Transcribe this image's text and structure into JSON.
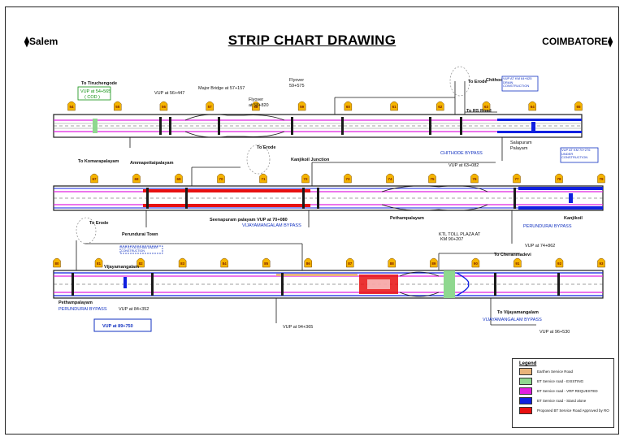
{
  "title": "STRIP CHART DRAWING",
  "directions": {
    "left": "Salem",
    "right": "COIMBATORE"
  },
  "legend": {
    "title": "Legend",
    "items": [
      {
        "label": "Earthen Service Road",
        "color": "#e8b37a"
      },
      {
        "label": "BT Service road - EXISTING",
        "color": "#8fd88f"
      },
      {
        "label": "BT Service road - VRP REQUESTED",
        "color": "#e020e0"
      },
      {
        "label": "BT Service road - Stand alone",
        "color": "#1020e0"
      },
      {
        "label": "Proposed BT Service Road Approved by RO",
        "color": "#e81010"
      }
    ]
  },
  "labels": {
    "to_tiruchengode": "To Tiruchengode",
    "vup_green": "VUP at 54+565",
    "vup_green_sub": "( COD )",
    "vup_56447": "VUP at 56+447",
    "major_bridge": "Major Bridge at 57+157",
    "flyover_a": "Flyover",
    "flyover_a_km": "59+575",
    "flyover_b": "Flyover",
    "flyover_b_km": "at 58+820",
    "to_erode_1": "To Erode",
    "chithode_junction": "Chithode Junction",
    "to_rs_road": "To RS Road",
    "vup_61": "VUP AT KM 64+625 DRAIN CONSTRUCTION",
    "to_komarapalayam": "To Komarapalayam",
    "chithode_bypass": "CHITHODE BYPASS",
    "vup_63": "VUP at 63+082",
    "salapuram": "Salapuram",
    "palayam": "Palayam",
    "vup_70": "VUP AT KM 70+276 UNDER CONSTRUCTION",
    "ammapettaipalayam": "Ammapettaipalayam",
    "to_erode_2": "To Erode",
    "kanjikoil_junction": "Kanjikoil Junction",
    "seenapuram_vup": "Seenapuram palayam VUP at 70+080",
    "vijayamangalam_bypass": "VIJAYAMANGALAM BYPASS",
    "pethampalayam": "Pethampalayam",
    "kanjikoil": "Kanjikoil",
    "perundurai_bypass_1": "PERUNDURAI BYPASS",
    "vup_74": "VUP at 74+862",
    "to_erode_3": "To Erode",
    "perundurai_town": "Perundurai Town",
    "vup_underconstruction": "VUP AT KM 63+884 UNDER CONSTRUCTION",
    "kti_toll": "KTL TOLL PLAZA AT",
    "kti_toll_km": "KM 90+207",
    "to_cheranmadevi": "To Cheranmadevi",
    "vijayamangalam": "Vijayamangalam",
    "pethampalayam_2": "Pethampalayam",
    "perundurai_bypass_2": "PERUNDURAI BYPASS",
    "vup_84": "VUP at 84+352",
    "vup_box": "VUP at 89+750",
    "vup_94": "VUP at 94+365",
    "to_vijayamangalam": "To Vijayamangalam",
    "vijayamangalam_bypass_2": "VIJAYAMANGALAM BYPASS",
    "vup_96": "VUP at 96+530"
  },
  "markers": {
    "row1": [
      "54",
      "55",
      "56",
      "57",
      "58",
      "59",
      "60",
      "61",
      "62",
      "63",
      "64",
      "65"
    ],
    "row2": [
      "67",
      "68",
      "69",
      "70",
      "71",
      "72",
      "73",
      "74",
      "75",
      "76",
      "77",
      "78",
      "79"
    ],
    "row3": [
      "80",
      "81",
      "82",
      "83",
      "84",
      "85",
      "86",
      "87",
      "88",
      "89",
      "90",
      "91",
      "92",
      "93"
    ]
  }
}
